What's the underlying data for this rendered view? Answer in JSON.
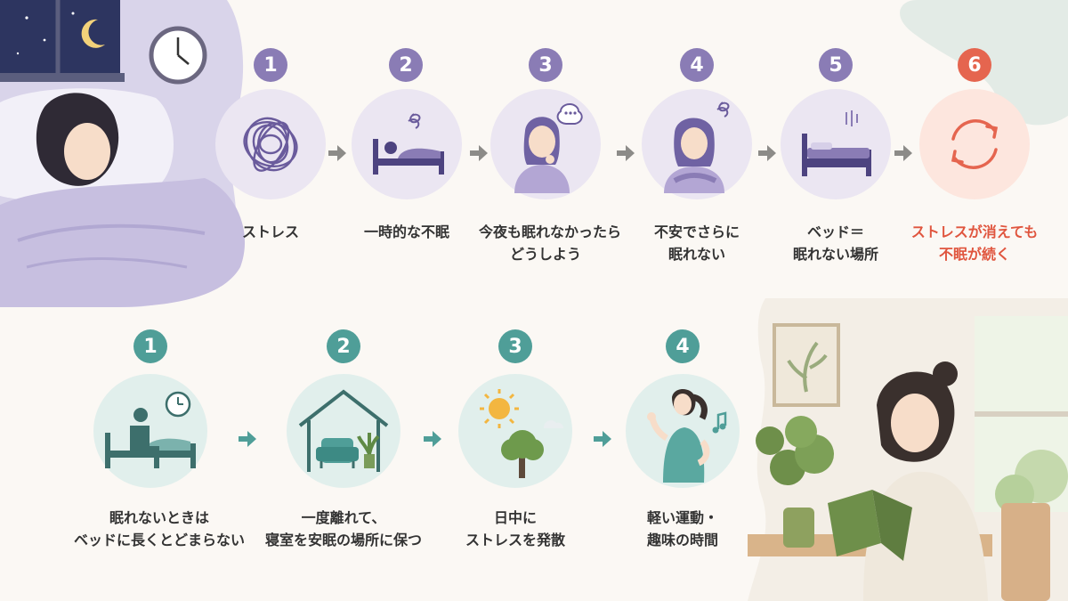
{
  "top_flow": {
    "steps": [
      {
        "number": "1",
        "label_lines": [
          "ストレス"
        ],
        "icon": "tangle-icon"
      },
      {
        "number": "2",
        "label_lines": [
          "一時的な不眠"
        ],
        "icon": "restless-bed-icon"
      },
      {
        "number": "3",
        "label_lines": [
          "今夜も眠れなかったら",
          "どうしよう"
        ],
        "icon": "worried-woman-icon"
      },
      {
        "number": "4",
        "label_lines": [
          "不安でさらに",
          "眠れない"
        ],
        "icon": "anxious-woman-icon"
      },
      {
        "number": "5",
        "label_lines": [
          "ベッド＝",
          "眠れない場所"
        ],
        "icon": "bed-icon"
      },
      {
        "number": "6",
        "label_lines": [
          "ストレスが消えても",
          "不眠が続く"
        ],
        "icon": "cycle-arrows-icon"
      }
    ]
  },
  "bottom_flow": {
    "steps": [
      {
        "number": "1",
        "label_lines": [
          "眠れないときは",
          "ベッドに長くとどまらない"
        ],
        "icon": "leave-bed-icon"
      },
      {
        "number": "2",
        "label_lines": [
          "一度離れて、",
          "寝室を安眠の場所に保つ"
        ],
        "icon": "house-chair-icon"
      },
      {
        "number": "3",
        "label_lines": [
          "日中に",
          "ストレスを発散"
        ],
        "icon": "sun-tree-icon"
      },
      {
        "number": "4",
        "label_lines": [
          "軽い運動・",
          "趣味の時間"
        ],
        "icon": "exercise-woman-icon"
      }
    ]
  },
  "colors": {
    "problem_accent": "#8a7cb5",
    "result_accent": "#e5654f",
    "solution_accent": "#4f9e98"
  }
}
